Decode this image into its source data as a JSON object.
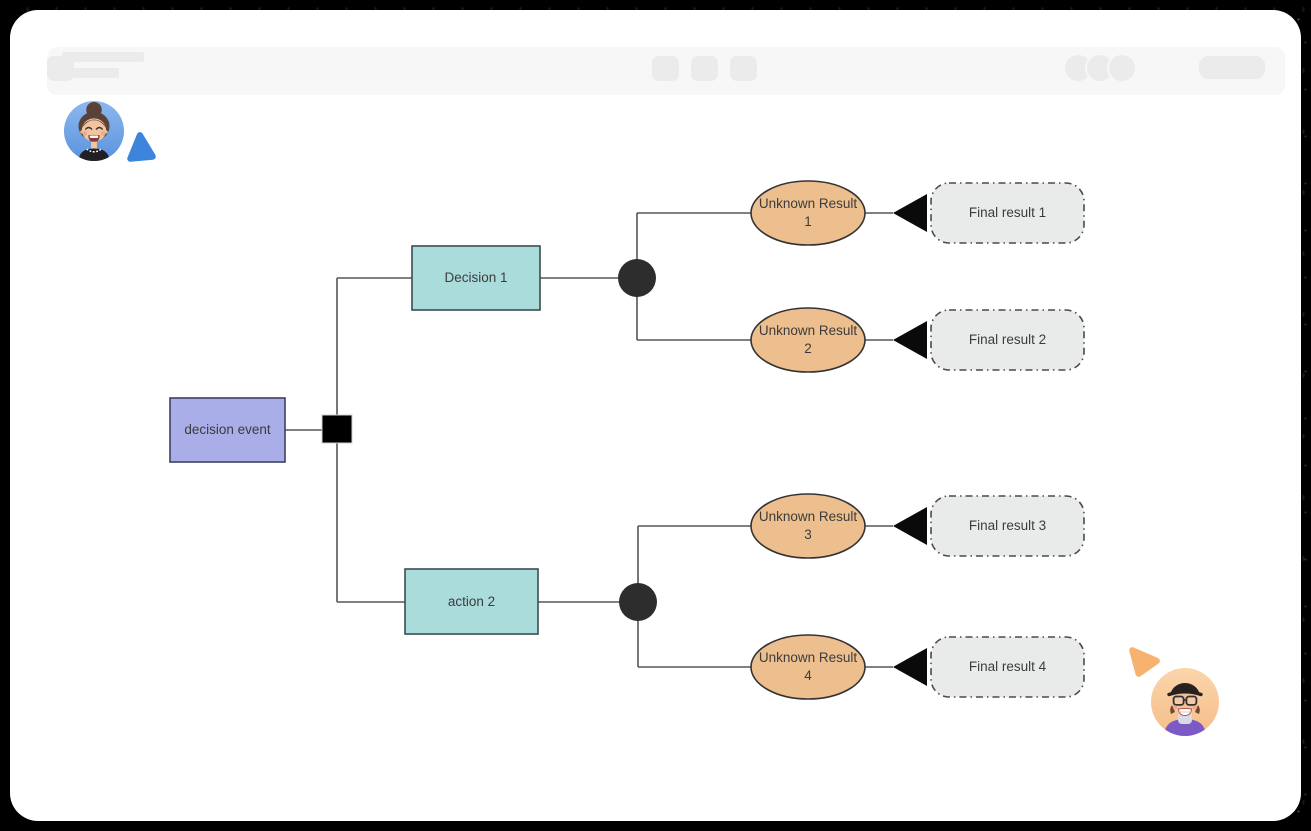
{
  "collaborators": {
    "blue": {
      "cursor_color": "#3d84dc",
      "avatar_bg": "#6ea3e8",
      "position": "top-left"
    },
    "orange": {
      "cursor_color": "#f6b26e",
      "avatar_bg": "#f8c89a",
      "position": "bottom-right"
    }
  },
  "diagram": {
    "type": "decision-tree",
    "root": {
      "label": "decision event",
      "fill": "#a9ade8",
      "shape": "rectangle"
    },
    "branches": [
      {
        "label": "Decision 1",
        "fill": "#abdcdc",
        "shape": "rectangle"
      },
      {
        "label": "action 2",
        "fill": "#abdcdc",
        "shape": "rectangle"
      }
    ],
    "outcomes": [
      {
        "label": "Unknown Result 1",
        "result": "Final result 1"
      },
      {
        "label": "Unknown Result 2",
        "result": "Final result 2"
      },
      {
        "label": "Unknown Result 3",
        "result": "Final result 3"
      },
      {
        "label": "Unknown Result 4",
        "result": "Final result 4"
      }
    ],
    "outcome_fill": "#edbf8e",
    "result_fill": "#e9ebeb",
    "line_color": "#565656",
    "chance_node_color": "#2d2d2d",
    "decision_marker_color": "#000000"
  }
}
